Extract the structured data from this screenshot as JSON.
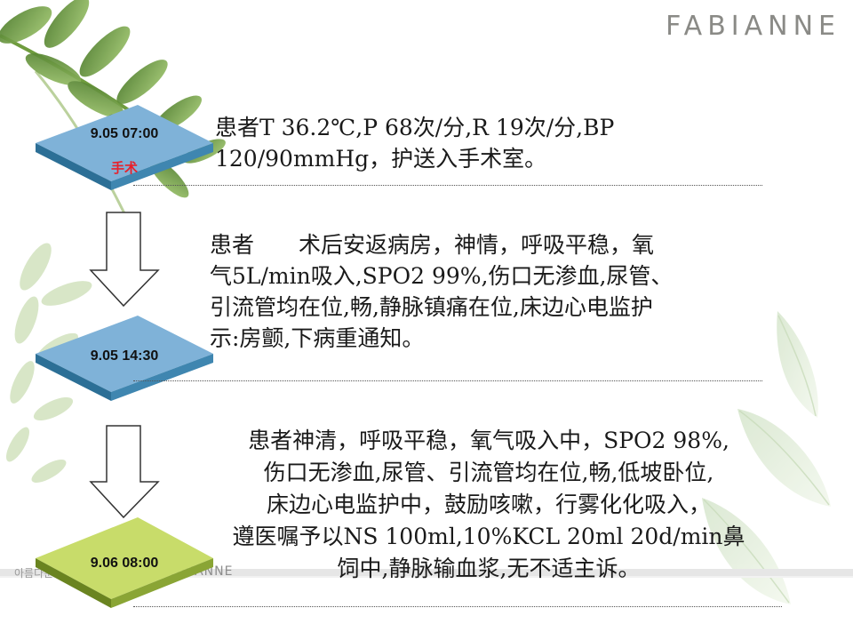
{
  "brand": {
    "top_logo": "FABIANNE",
    "footer_left": "아름다운",
    "footer_right": "FABIANNE"
  },
  "timeline": [
    {
      "time": "9.05 07:00",
      "label": "手术",
      "lines": [
        "患者T 36.2℃,P 68次/分,R 19次/分,BP",
        "120/90mmHg，护送入手术室。"
      ]
    },
    {
      "time": "9.05 14:30",
      "label": "",
      "lines": [
        "患者　　术后安返病房，神情，呼吸平稳，氧",
        "气5L/min吸入,SPO2 99%,伤口无渗血,尿管、",
        "引流管均在位,畅,静脉镇痛在位,床边心电监护",
        "示:房颤,下病重通知。"
      ]
    },
    {
      "time": "9.06  08:00",
      "label": "",
      "lines": [
        "患者神清，呼吸平稳，氧气吸入中，SPO2 98%,",
        "伤口无渗血,尿管、引流管均在位,畅,低坡卧位,",
        "床边心电监护中，鼓励咳嗽，行雾化化吸入，",
        "遵医嘱予以NS 100ml,10%KCL 20ml 20d/min鼻",
        "饲中,静脉输血浆,无不适主诉。"
      ]
    }
  ],
  "colors": {
    "diamond_top": "#7fb2d8",
    "diamond_top_3": "#c8dc6a",
    "diamond_side": "#2c6f96",
    "diamond_side_3": "#6a8420"
  }
}
